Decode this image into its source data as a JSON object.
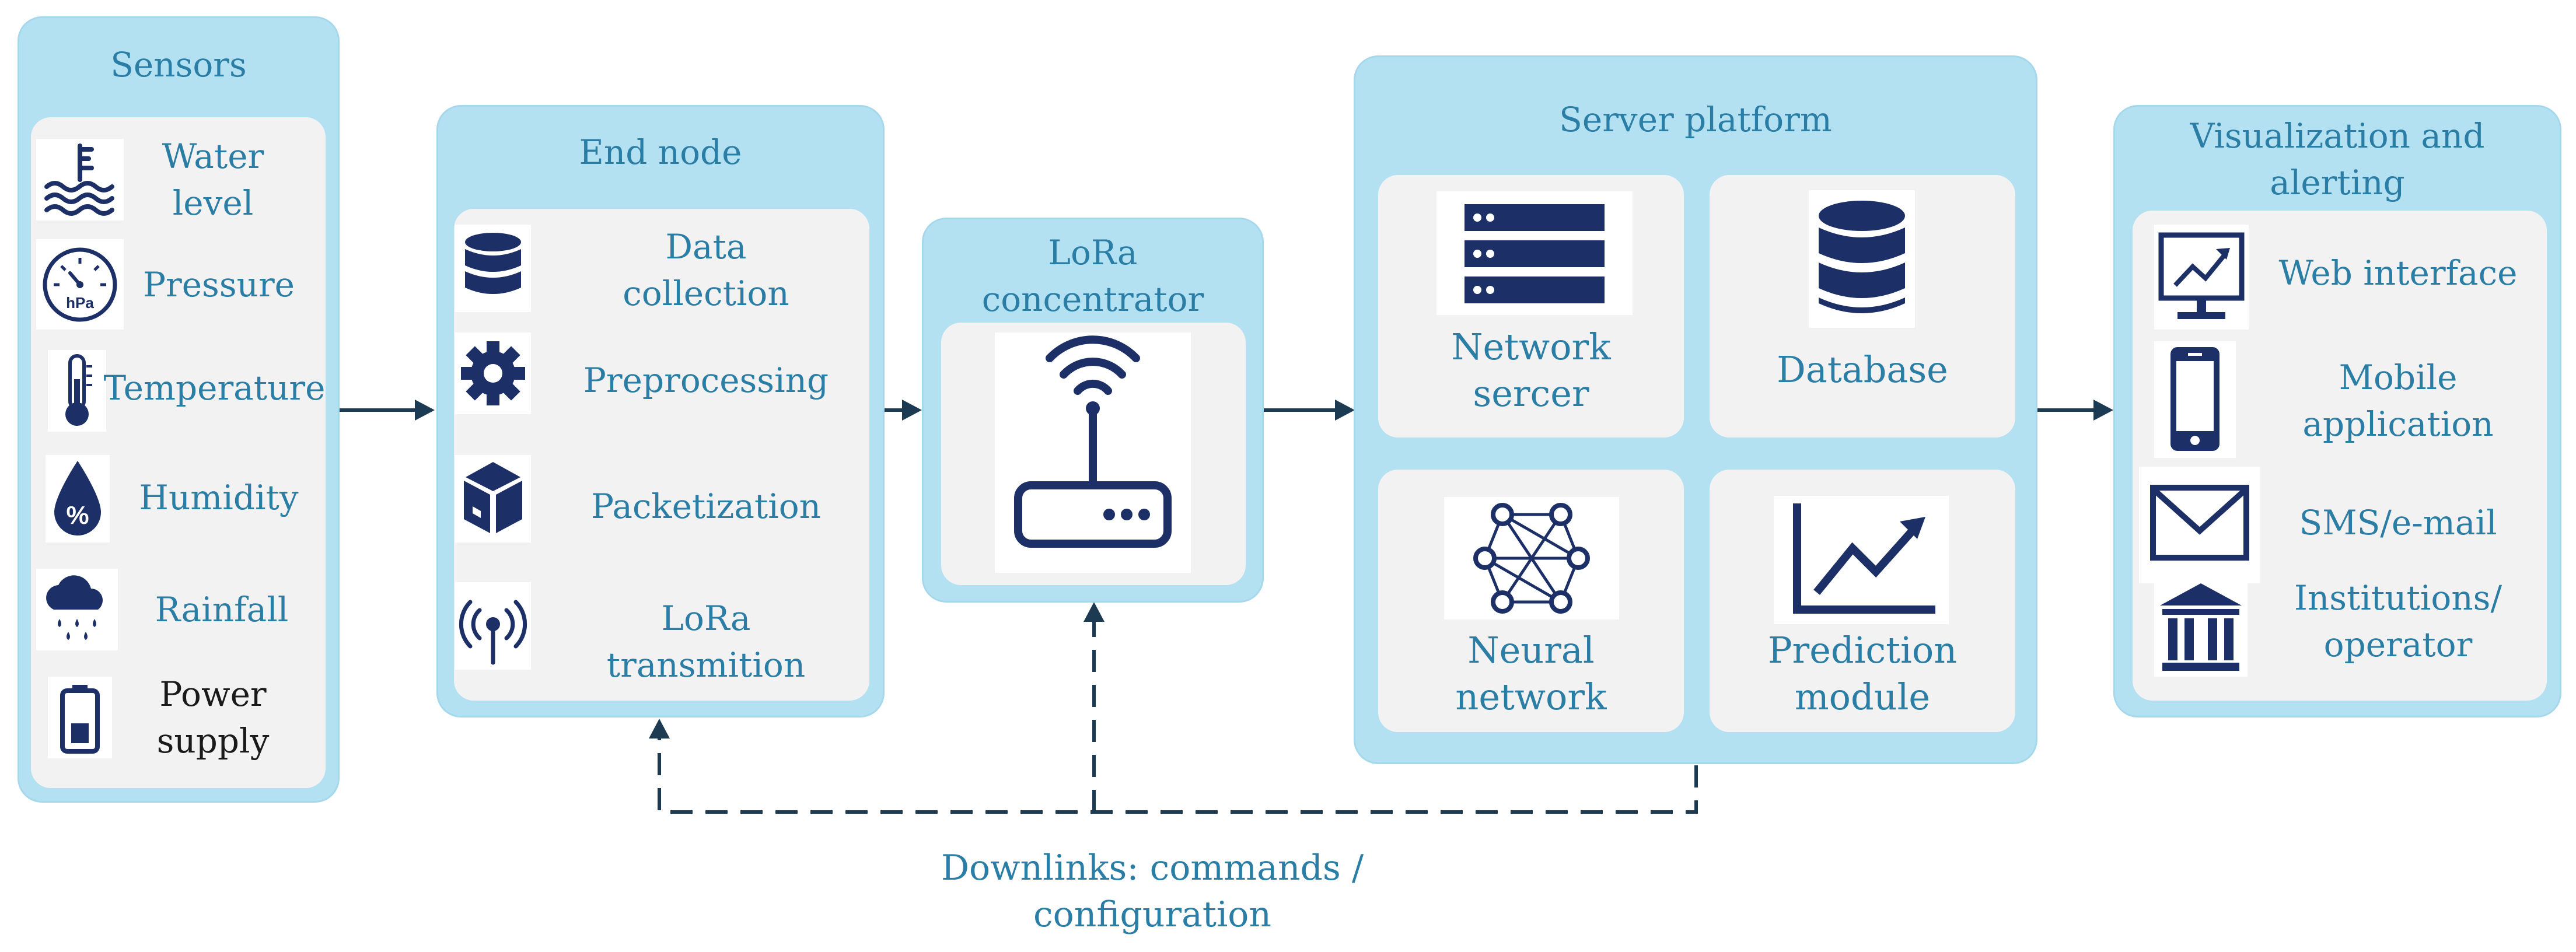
{
  "sensors": {
    "title": "Sensors",
    "items": [
      {
        "line1": "Water",
        "line2": "level",
        "icon": "water-level-icon"
      },
      {
        "line1": "Pressure",
        "line2": "",
        "icon": "pressure-gauge-icon"
      },
      {
        "line1": "Temperature",
        "line2": "",
        "icon": "thermometer-icon"
      },
      {
        "line1": "Humidity",
        "line2": "",
        "icon": "humidity-drop-icon"
      },
      {
        "line1": "Rainfall",
        "line2": "",
        "icon": "rain-cloud-icon"
      },
      {
        "line1": "Power",
        "line2": "supply",
        "icon": "battery-icon"
      }
    ]
  },
  "end_node": {
    "title": "End node",
    "items": [
      {
        "line1": "Data",
        "line2": "collection",
        "icon": "database-icon"
      },
      {
        "line1": "Preprocessing",
        "line2": "",
        "icon": "gear-icon"
      },
      {
        "line1": "Packetization",
        "line2": "",
        "icon": "package-box-icon"
      },
      {
        "line1": "LoRa",
        "line2": "transmition",
        "icon": "antenna-icon"
      }
    ]
  },
  "concentrator": {
    "title_line1": "LoRa",
    "title_line2": "concentrator",
    "icon": "wifi-router-icon"
  },
  "server": {
    "title": "Server platform",
    "cells": [
      {
        "line1": "Network",
        "line2": "sercer",
        "icon": "server-rack-icon"
      },
      {
        "line1": "Database",
        "line2": "",
        "icon": "database-icon"
      },
      {
        "line1": "Neural",
        "line2": "network",
        "icon": "neural-network-icon"
      },
      {
        "line1": "Prediction",
        "line2": "module",
        "icon": "trend-chart-icon"
      }
    ]
  },
  "visualization": {
    "title_line1": "Visualization and",
    "title_line2": "alerting",
    "items": [
      {
        "line1": "Web interface",
        "line2": "",
        "icon": "monitor-chart-icon"
      },
      {
        "line1": "Mobile",
        "line2": "application",
        "icon": "smartphone-icon"
      },
      {
        "line1": "SMS/e-mail",
        "line2": "",
        "icon": "envelope-icon"
      },
      {
        "line1": "Institutions/",
        "line2": "operator",
        "icon": "institution-building-icon"
      }
    ]
  },
  "downlink": {
    "line1": "Downlinks: commands /",
    "line2": "configuration"
  },
  "colors": {
    "group_fill": "#b4e1f2",
    "panel_fill": "#f2f2f2",
    "label_text": "#2a7ea6",
    "icon_navy": "#1c2f66",
    "arrow": "#1c3a52"
  }
}
